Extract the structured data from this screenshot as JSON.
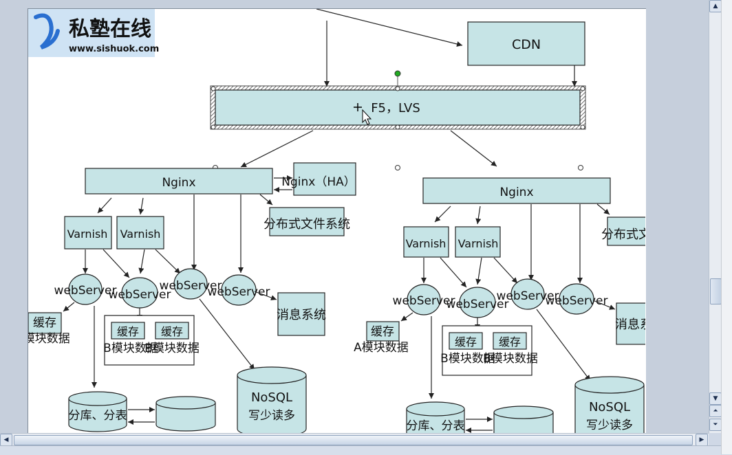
{
  "logo": {
    "brand": "私塾在线",
    "url": "www.sishuok.com"
  },
  "nodes": {
    "cdn": "CDN",
    "lb": "F5，LVS",
    "left": {
      "nginx": "Nginx",
      "nginx_ha": "Nginx（HA）",
      "varnish1": "Varnish",
      "varnish2": "Varnish",
      "fs": "分布式文件系统",
      "ws1": "webServer",
      "ws2": "webServer",
      "ws3": "webServer",
      "ws4": "webServer",
      "msg": "消息系统",
      "cache_a": "缓存",
      "mod_a": "A模块数据",
      "cache_b": "缓存",
      "cache_b2": "缓存",
      "mod_b": "B模块数据",
      "mod_b2": "B模块数据",
      "db": "分库、分表",
      "nosql": "NoSQL",
      "nosql_sub": "写少读多"
    },
    "right": {
      "nginx": "Nginx",
      "varnish1": "Varnish",
      "varnish2": "Varnish",
      "fs": "分布式文件系统",
      "ws1": "webServer",
      "ws2": "webServer",
      "ws3": "webServer",
      "ws4": "webServer",
      "msg": "消息系统",
      "cache_a": "缓存",
      "mod_a": "A模块数据",
      "cache_b": "缓存",
      "cache_b2": "缓存",
      "mod_b": "B模块数据",
      "mod_b2": "B模块数据",
      "db": "分库、分表",
      "nosql": "NoSQL",
      "nosql_sub": "写少读多"
    }
  },
  "colors": {
    "box_fill": "#c6e4e6",
    "logo_bg": "#cfe3f4",
    "logo_text": "#2a6fd0",
    "handle": "#22aa22"
  }
}
